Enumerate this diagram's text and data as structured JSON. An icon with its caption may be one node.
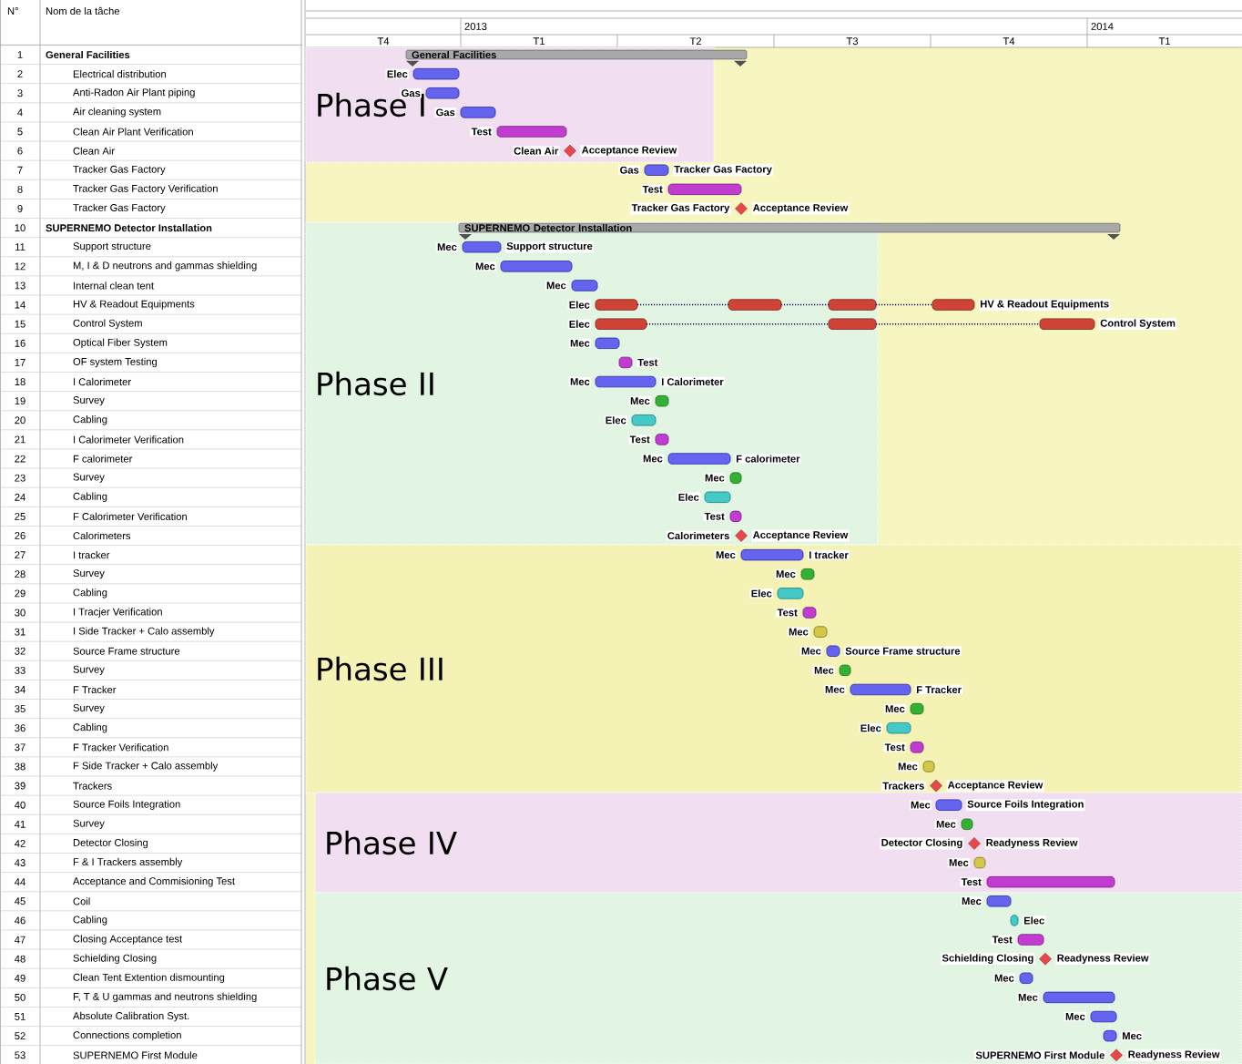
{
  "diagram": {
    "nodes": [
      {
        "text": [
          "Phase I"
        ]
      },
      {
        "text": [
          "General Facilities"
        ]
      },
      {
        "text": [],
        "shape": "bar",
        "beside": [
          "Elec"
        ],
        "in": 0
      },
      {
        "text": [],
        "shape": "bar",
        "beside": [
          "Gas"
        ],
        "in": 0
      },
      {
        "text": [],
        "shape": "bar",
        "beside": [
          "Gas"
        ],
        "in": 0
      },
      {
        "text": [],
        "shape": "bar",
        "beside": [
          "Test"
        ],
        "in": 0
      },
      {
        "text": [],
        "shape": "diamond",
        "beside": [
          "Clean Air",
          "Acceptance Review"
        ],
        "in": 0
      },
      {
        "text": [],
        "shape": "bar",
        "beside": [
          "Gas",
          "Tracker Gas Factory"
        ]
      },
      {
        "text": [],
        "shape": "bar",
        "beside": [
          "Test"
        ]
      },
      {
        "text": [],
        "shape": "diamond",
        "beside": [
          "Tracker Gas Factory",
          "Acceptance Review"
        ]
      },
      {
        "text": [
          "SUPERNEMO Detector Installation"
        ]
      },
      {
        "text": [
          "Phase II"
        ]
      },
      {
        "text": [],
        "shape": "bar",
        "beside": [
          "Mec",
          "Support structure"
        ],
        "in": 11
      },
      {
        "text": [],
        "shape": "bar",
        "beside": [
          "Mec"
        ],
        "in": 11
      },
      {
        "text": [],
        "shape": "bar",
        "beside": [
          "Mec"
        ],
        "in": 11
      },
      {
        "text": [],
        "shape": "bar",
        "beside": [
          "Elec"
        ],
        "in": 11
      },
      {
        "text": [],
        "shape": "bar",
        "in": 11
      },
      {
        "text": [],
        "shape": "bar",
        "in": 11
      },
      {
        "text": [],
        "shape": "bar",
        "beside": [
          "HV & Readout Equipments"
        ]
      },
      {
        "text": [],
        "shape": "bar",
        "beside": [
          "Elec"
        ],
        "in": 11
      },
      {
        "text": [],
        "shape": "bar",
        "in": 11
      },
      {
        "text": [],
        "shape": "bar",
        "beside": [
          "Control System"
        ]
      },
      {
        "text": [],
        "shape": "bar",
        "beside": [
          "Mec"
        ],
        "in": 11
      },
      {
        "text": [],
        "shape": "bar",
        "beside": [
          "Test"
        ],
        "in": 11
      },
      {
        "text": [],
        "shape": "bar",
        "beside": [
          "Mec",
          "I Calorimeter"
        ],
        "in": 11
      },
      {
        "text": [],
        "shape": "bar",
        "beside": [
          "Mec"
        ],
        "in": 11
      },
      {
        "text": [],
        "shape": "bar",
        "beside": [
          "Elec"
        ],
        "in": 11
      },
      {
        "text": [],
        "shape": "bar",
        "beside": [
          "Test"
        ],
        "in": 11
      },
      {
        "text": [],
        "shape": "bar",
        "beside": [
          "Mec",
          "F calorimeter"
        ],
        "in": 11
      },
      {
        "text": [],
        "shape": "bar",
        "beside": [
          "Mec"
        ],
        "in": 11
      },
      {
        "text": [],
        "shape": "bar",
        "beside": [
          "Elec"
        ],
        "in": 11
      },
      {
        "text": [],
        "shape": "bar",
        "beside": [
          "Test"
        ],
        "in": 11
      },
      {
        "text": [],
        "shape": "diamond",
        "beside": [
          "Calorimeters",
          "Acceptance Review"
        ],
        "in": 11
      },
      {
        "text": [
          "Phase III"
        ]
      },
      {
        "text": [],
        "shape": "bar",
        "beside": [
          "Mec",
          "I tracker"
        ],
        "in": 33
      },
      {
        "text": [],
        "shape": "bar",
        "beside": [
          "Mec"
        ],
        "in": 33
      },
      {
        "text": [],
        "shape": "bar",
        "beside": [
          "Elec"
        ],
        "in": 33
      },
      {
        "text": [],
        "shape": "bar",
        "beside": [
          "Test"
        ],
        "in": 33
      },
      {
        "text": [],
        "shape": "bar",
        "beside": [
          "Mec"
        ],
        "in": 33
      },
      {
        "text": [],
        "shape": "bar",
        "beside": [
          "Mec",
          "Source Frame structure"
        ],
        "in": 33
      },
      {
        "text": [],
        "shape": "bar",
        "beside": [
          "Mec"
        ],
        "in": 33
      },
      {
        "text": [],
        "shape": "bar",
        "beside": [
          "Mec",
          "F Tracker"
        ],
        "in": 33
      },
      {
        "text": [],
        "shape": "bar",
        "beside": [
          "Mec"
        ],
        "in": 33
      },
      {
        "text": [],
        "shape": "bar",
        "beside": [
          "Elec"
        ],
        "in": 33
      },
      {
        "text": [],
        "shape": "bar",
        "beside": [
          "Test"
        ],
        "in": 33
      },
      {
        "text": [],
        "shape": "bar",
        "beside": [
          "Mec"
        ],
        "in": 33
      },
      {
        "text": [],
        "shape": "diamond",
        "beside": [
          "Trackers",
          "Acceptance Review"
        ],
        "in": 33
      },
      {
        "text": [
          "Phase IV"
        ]
      },
      {
        "text": [],
        "shape": "bar",
        "beside": [
          "Mec",
          "Source Foils Integration"
        ],
        "in": 47
      },
      {
        "text": [],
        "shape": "bar",
        "beside": [
          "Mec"
        ],
        "in": 47
      },
      {
        "text": [],
        "shape": "diamond",
        "beside": [
          "Detector Closing",
          "Readyness Review"
        ],
        "in": 47
      },
      {
        "text": [],
        "shape": "bar",
        "beside": [
          "Mec"
        ],
        "in": 47
      },
      {
        "text": [],
        "shape": "bar",
        "beside": [
          "Test"
        ],
        "in": 47
      },
      {
        "text": [
          "Phase V"
        ]
      },
      {
        "text": [],
        "shape": "bar",
        "beside": [
          "Mec"
        ],
        "in": 53
      },
      {
        "text": [],
        "shape": "bar",
        "beside": [
          "Elec"
        ],
        "in": 53
      },
      {
        "text": [],
        "shape": "bar",
        "beside": [
          "Test"
        ],
        "in": 53
      },
      {
        "text": [],
        "shape": "diamond",
        "beside": [
          "Schielding Closing",
          "Readyness Review"
        ],
        "in": 53
      },
      {
        "text": [],
        "shape": "bar",
        "beside": [
          "Mec"
        ],
        "in": 53
      },
      {
        "text": [],
        "shape": "bar",
        "beside": [
          "Mec"
        ],
        "in": 53
      },
      {
        "text": [],
        "shape": "bar",
        "beside": [
          "Mec"
        ],
        "in": 53
      },
      {
        "text": [],
        "shape": "bar",
        "beside": [
          "Mec"
        ],
        "in": 53
      },
      {
        "text": [],
        "shape": "diamond",
        "beside": [
          "SUPERNEMO First Module",
          "Readyness Review"
        ],
        "in": 53
      }
    ],
    "edges": [
      {
        "from": 15,
        "to": 16,
        "arrow": "none",
        "style": "dashed"
      },
      {
        "from": 16,
        "to": 17,
        "arrow": "none",
        "style": "dashed"
      },
      {
        "from": 17,
        "to": 18,
        "arrow": "none",
        "style": "dashed"
      },
      {
        "from": 19,
        "to": 20,
        "arrow": "none",
        "style": "dashed"
      },
      {
        "from": 20,
        "to": 21,
        "arrow": "none",
        "style": "dashed"
      }
    ],
    "labels": [
      "N°",
      "Nom de la tâche",
      "2013",
      "2014",
      "T4",
      "T1",
      "T2",
      "T3",
      "T4",
      "T1",
      "1",
      "General Facilities",
      "2",
      "Electrical distribution",
      "3",
      "Anti-Radon Air Plant piping",
      "4",
      "Air cleaning system",
      "5",
      "Clean Air Plant Verification",
      "6",
      "Clean Air",
      "7",
      "Tracker Gas Factory",
      "8",
      "Tracker Gas Factory Verification",
      "9",
      "Tracker Gas Factory",
      "10",
      "SUPERNEMO Detector Installation",
      "11",
      "Support structure",
      "12",
      "M, I & D neutrons and gammas shielding",
      "13",
      "Internal clean tent",
      "14",
      "HV & Readout Equipments",
      "15",
      "Control System",
      "16",
      "Optical Fiber System",
      "17",
      "OF system Testing",
      "18",
      "I Calorimeter",
      "19",
      "Survey",
      "20",
      "Cabling",
      "21",
      "I Calorimeter Verification",
      "22",
      "F calorimeter",
      "23",
      "Survey",
      "24",
      "Cabling",
      "25",
      "F Calorimeter Verification",
      "26",
      "Calorimeters",
      "27",
      "I tracker",
      "28",
      "Survey",
      "29",
      "Cabling",
      "30",
      "I Tracjer Verification",
      "31",
      "I Side Tracker + Calo assembly",
      "32",
      "Source Frame structure",
      "33",
      "Survey",
      "34",
      "F Tracker",
      "35",
      "Survey",
      "36",
      "Cabling",
      "37",
      "F Tracker Verification",
      "38",
      "F Side Tracker + Calo assembly",
      "39",
      "Trackers",
      "40",
      "Source Foils Integration",
      "41",
      "Survey",
      "42",
      "Detector Closing",
      "43",
      "F & I Trackers assembly",
      "44",
      "Acceptance and Commisioning Test",
      "45",
      "Coil",
      "46",
      "Cabling",
      "47",
      "Closing Acceptance test",
      "48",
      "Schielding Closing",
      "49",
      "Clean Tent Extention dismounting",
      "50",
      "F, T & U gammas and neutrons shielding",
      "51",
      "Absolute Calibration Syst.",
      "52",
      "Connections completion",
      "53",
      "SUPERNEMO First Module"
    ]
  }
}
